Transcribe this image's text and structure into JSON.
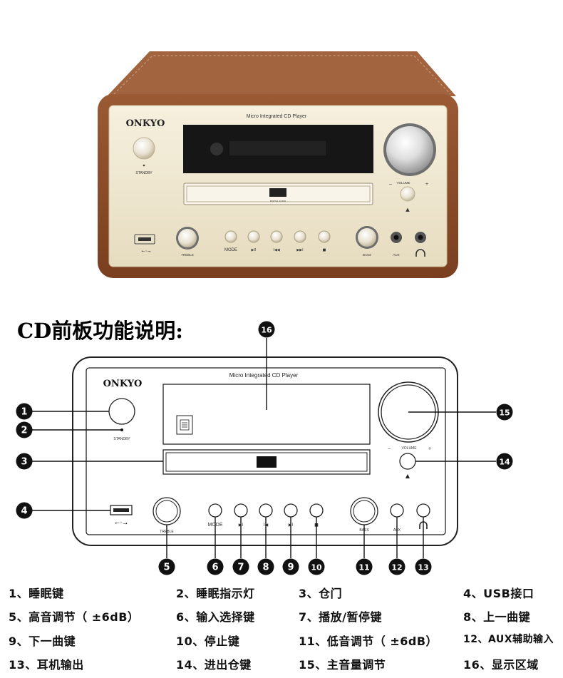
{
  "photo": {
    "brand": "ONKYO",
    "model_title": "Micro Integrated CD Player",
    "standby": "STANDBY",
    "volume": "VOLUME",
    "vol_minus": "−",
    "vol_plus": "+",
    "eject_symbol": "▲",
    "disc_logo_text": "DIGITAL AUDIO",
    "treble": "TREBLE",
    "bass": "BASS",
    "aux": "AUX",
    "mode": "MODE",
    "play_pause_symbol": "▶II",
    "prev_symbol": "I◀◀",
    "next_symbol": "▶▶I",
    "stop_symbol": "■",
    "usb_symbol": "⭠◦⭢"
  },
  "heading": "CD前板功能说明:",
  "diagram": {
    "brand": "ONKYO",
    "model_title": "Micro Integrated CD Player",
    "standby": "STANDBY",
    "volume": "VOLUME",
    "vol_minus": "−",
    "vol_plus": "+",
    "eject_symbol": "▲",
    "treble": "TREBLE",
    "bass": "BASS",
    "aux": "AUX",
    "mode": "MODE",
    "play_pause_symbol": "▶I",
    "prev_symbol": "I◀",
    "next_symbol": "▶I",
    "stop_symbol": "■",
    "callouts": [
      "1",
      "2",
      "3",
      "4",
      "5",
      "6",
      "7",
      "8",
      "9",
      "10",
      "11",
      "12",
      "13",
      "14",
      "15",
      "16"
    ]
  },
  "legend": [
    "1、睡眠键",
    "2、睡眠指示灯",
    "3、仓门",
    "4、USB接口",
    "5、高音调节（ ±6dB）",
    "6、输入选择键",
    "7、播放/暂停键",
    "8、上一曲键",
    "9、下一曲键",
    "10、停止键",
    "11、低音调节（ ±6dB）",
    "12、AUX辅助输入",
    "13、耳机输出",
    "14、进出仓键",
    "15、主音量调节",
    "16、显示区域"
  ],
  "colors": {
    "leather": "#8a4a26",
    "leather_dark": "#6a3518",
    "panel_gold": "#efe6cf",
    "display": "#141414",
    "callout_bg": "#111111",
    "callout_text": "#ffffff"
  }
}
